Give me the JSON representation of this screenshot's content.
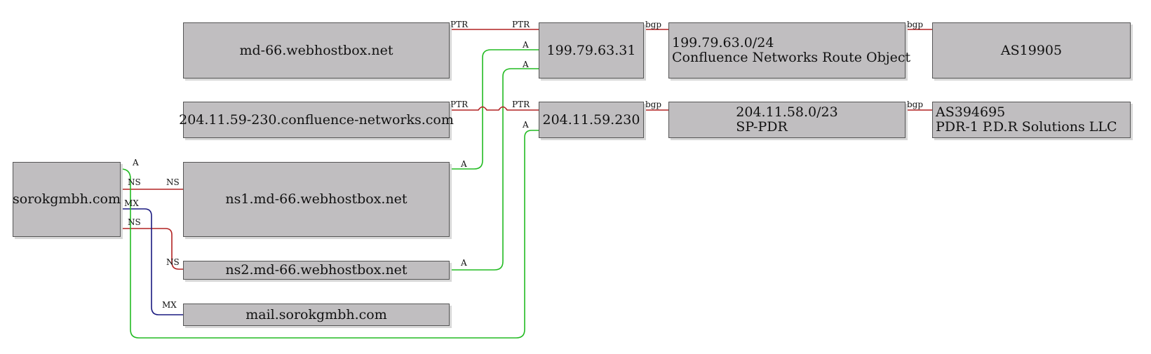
{
  "colors": {
    "ns": "#b22222",
    "a": "#22bb22",
    "mx": "#1a1a80",
    "ptr": "#b22222",
    "bgp": "#b22222",
    "node_fill": "#c0bec0"
  },
  "nodes": {
    "domain": {
      "lines": [
        "sorokgmbh.com"
      ]
    },
    "md66": {
      "lines": [
        "md-66.webhostbox.net"
      ]
    },
    "conf_host": {
      "lines": [
        "204.11.59-230.confluence-networks.com"
      ]
    },
    "ns1": {
      "lines": [
        "ns1.md-66.webhostbox.net"
      ]
    },
    "ns2": {
      "lines": [
        "ns2.md-66.webhostbox.net"
      ]
    },
    "mail": {
      "lines": [
        "mail.sorokgmbh.com"
      ]
    },
    "ip1": {
      "lines": [
        "199.79.63.31"
      ]
    },
    "ip2": {
      "lines": [
        "204.11.59.230"
      ]
    },
    "route1": {
      "lines": [
        "199.79.63.0/24",
        "Confluence Networks Route Object"
      ]
    },
    "route2": {
      "lines": [
        "204.11.58.0/23",
        "SP-PDR"
      ]
    },
    "as1": {
      "lines": [
        "AS19905"
      ]
    },
    "as2": {
      "lines": [
        "AS394695",
        "PDR-1 P.D.R Solutions LLC"
      ]
    }
  },
  "edge_labels": {
    "ns": "NS",
    "a": "A",
    "mx": "MX",
    "ptr": "PTR",
    "bgp": "bgp"
  }
}
